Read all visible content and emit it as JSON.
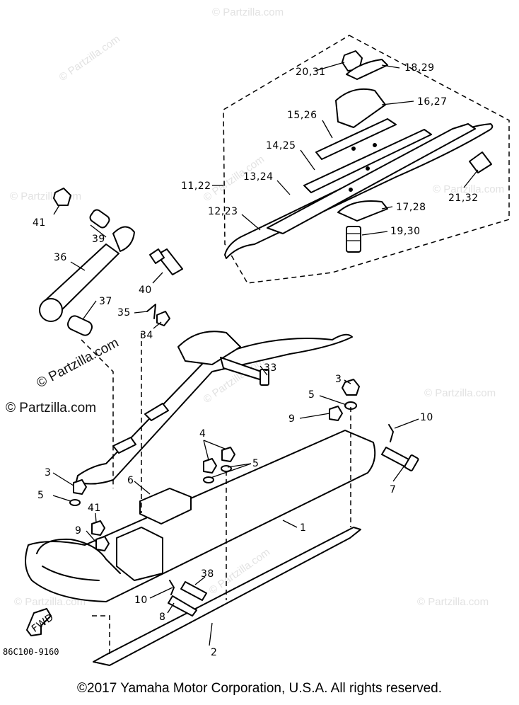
{
  "diagram": {
    "part_code": "86C100-9160",
    "direction_marker": "FWD",
    "callouts": {
      "c1": "1",
      "c2": "2",
      "c3a": "3",
      "c3b": "3",
      "c4": "4",
      "c5a": "5",
      "c5b": "5",
      "c5c": "5",
      "c6": "6",
      "c7": "7",
      "c8": "8",
      "c9a": "9",
      "c9b": "9",
      "c10a": "10",
      "c10b": "10",
      "c11_22": "11,22",
      "c12_23": "12,23",
      "c13_24": "13,24",
      "c14_25": "14,25",
      "c15_26": "15,26",
      "c16_27": "16,27",
      "c17_28": "17,28",
      "c18_29": "18,29",
      "c19_30": "19,30",
      "c20_31": "20,31",
      "c21_32": "21,32",
      "c33": "33",
      "c34": "34",
      "c35": "35",
      "c36": "36",
      "c37": "37",
      "c38": "38",
      "c39": "39",
      "c40": "40",
      "c41a": "41",
      "c41b": "41"
    },
    "watermark": "© Partzilla.com",
    "copyright": "©2017 Yamaha Motor Corporation, U.S.A. All rights reserved."
  }
}
